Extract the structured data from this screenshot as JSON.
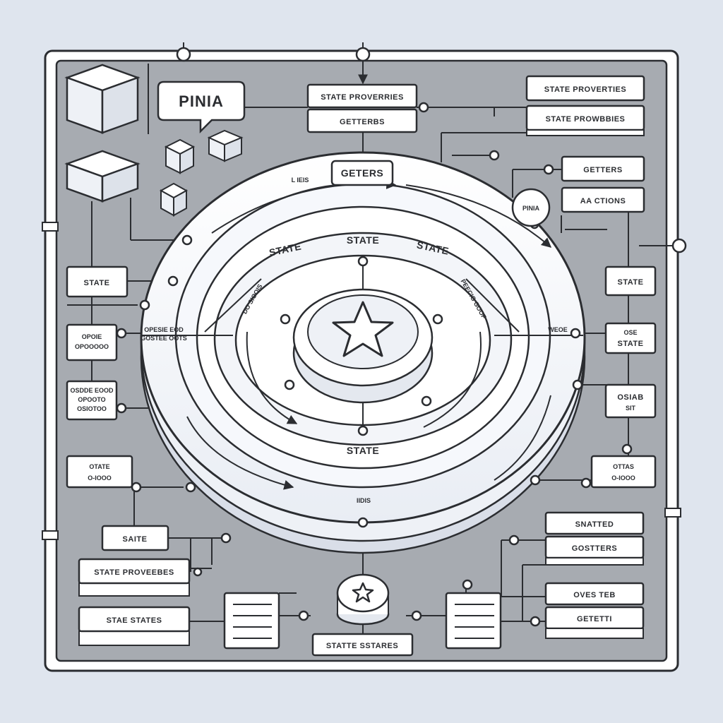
{
  "colors": {
    "background": "#dfe5ee",
    "panel": "#a7abb1",
    "ink": "#2b2d31",
    "box": "#ffffff",
    "ring": "#f6f8fc",
    "ring_shadow": "#d9dee8"
  },
  "icons": {
    "center": "star-icon",
    "bottom": "star-icon"
  },
  "callout": {
    "label": "PINIA"
  },
  "top": {
    "stack_title": "STATE PROVERRIES",
    "stack_sub": "GETTERBS",
    "right_1": "STATE PROVERTIES",
    "right_2": "STATE PROWBBIES"
  },
  "ring": {
    "top_label": "GETERS",
    "state_top": "STATE",
    "state_left": "STATE",
    "state_right": "STATE",
    "state_bottom": "STATE",
    "side_left_1": "OPESIE EOD",
    "side_left_2": "GOSTEE OOTS",
    "side_right": "WEOE",
    "inner_left": "DO SIOOIS",
    "inner_right": "PEECIG GOOF",
    "small_top": "L IEIS",
    "small_bottom": "IIDIS"
  },
  "right": {
    "getters": "GETTERS",
    "actions": "AA CTIONS",
    "bubble": "PINIA",
    "state": "STATE",
    "state_b": "STATE",
    "state_b_sub": "OSE",
    "state_c": "OSIAB",
    "state_c_sub": "SIT",
    "state_d": "OTTAS",
    "state_d_sub": "O-IOOO",
    "shelf_1": "SNATTED",
    "shelf_2": "GOSTTERS",
    "shelf_3": "OVES TEB",
    "shelf_4": "GETETTI"
  },
  "left": {
    "state": "STATE",
    "mini_1a": "OPOIE",
    "mini_1b": "OPOOOOO",
    "mini_2a": "OSDDE EOOD",
    "mini_2b": "OPOOTO",
    "mini_2c": "OSIOTOO",
    "state_b": "OTATE",
    "state_b_sub": "O-IOOO",
    "saite": "SAITE",
    "stack_1": "STATE PROVEEBES",
    "stack_2": "STAE STATES"
  },
  "bottom": {
    "label": "STATTE SSTARES"
  }
}
